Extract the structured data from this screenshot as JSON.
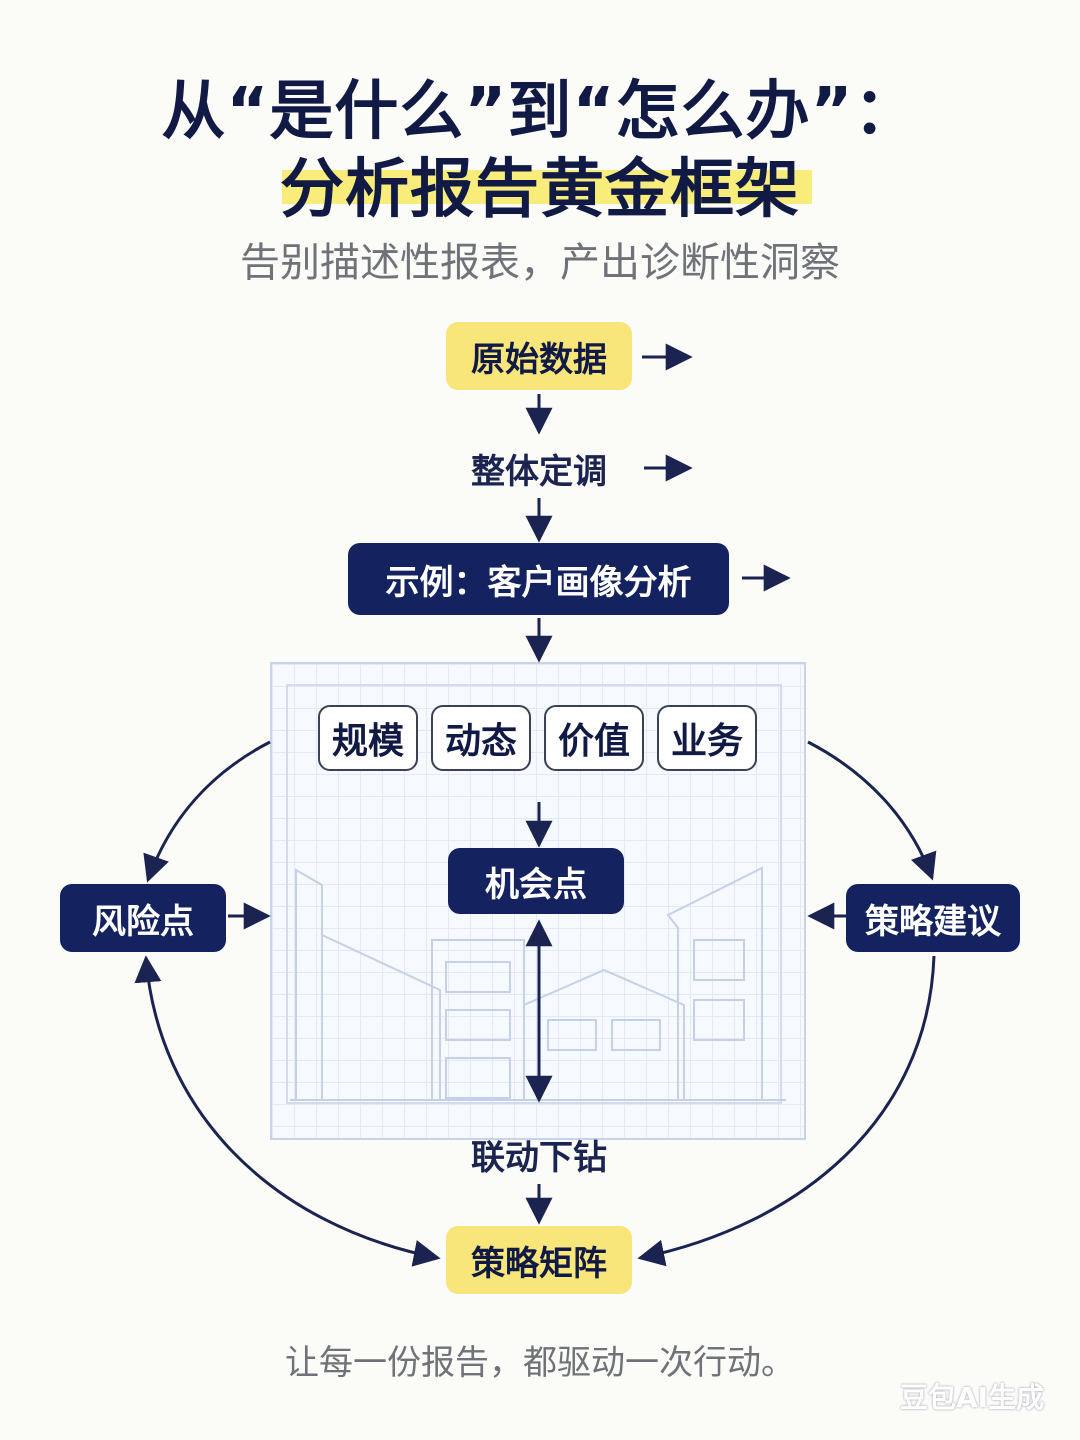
{
  "header": {
    "title_line1": "从“是什么”到“怎么办”：",
    "title_line2": "分析报告黄金框架",
    "subtitle": "告别描述性报表，产出诊断性洞察"
  },
  "flow": {
    "raw_data": "原始数据",
    "overall_tone": "整体定调",
    "example": "示例：客户画像分析",
    "dimensions": [
      "规模",
      "动态",
      "价值",
      "业务"
    ],
    "opportunity": "机会点",
    "risk": "风险点",
    "strategy_suggestion": "策略建议",
    "linked_drilldown": "联动下钻",
    "strategy_matrix": "策略矩阵"
  },
  "footer": {
    "tagline": "让每一份报告，都驱动一次行动。",
    "watermark": "豆包AI生成"
  },
  "colors": {
    "navy": "#14235f",
    "yellow": "#f8e67a",
    "highlight": "#f8ec7a",
    "background": "#fbfbf7"
  }
}
